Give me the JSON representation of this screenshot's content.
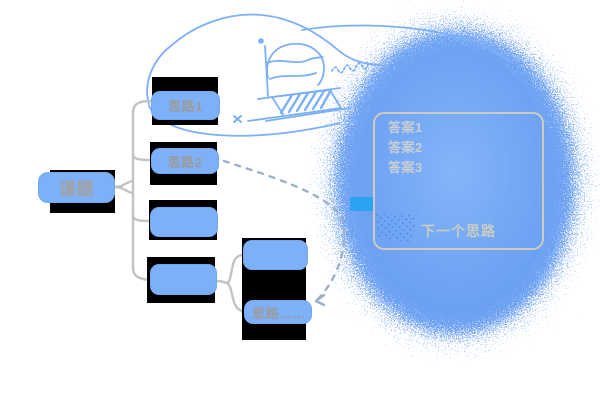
{
  "diagram_type": "hand-drawn mind map with brainstorm bubble",
  "root": {
    "label": "课题"
  },
  "branches": [
    {
      "label": "思路1"
    },
    {
      "label": "思路2"
    },
    {
      "label": ""
    },
    {
      "label": ""
    }
  ],
  "subbranches": [
    {
      "label": ""
    },
    {
      "label": "思路……"
    }
  ],
  "answer_panel": {
    "items": [
      "答案1",
      "答案2",
      "答案3"
    ],
    "footer": "下一个思路"
  },
  "icons": {
    "sketch": "3d-plot-doodle",
    "trail": "dashed-arrow-trail"
  },
  "colors": {
    "node_fill": "#7db0f7",
    "node_text": "#9c9c9c",
    "node_shadow": "#000000",
    "bubble_fill": "#6fa3f2",
    "bubble_center": "#85b4f8",
    "panel_border": "#cbccbf",
    "panel_text": "#c7ced3",
    "connector": "#c3c3c3",
    "sketch_stroke": "#7cb0f6",
    "dashed_trail": "#9db0c9",
    "highlight_swatch": "#2ea2f2"
  }
}
